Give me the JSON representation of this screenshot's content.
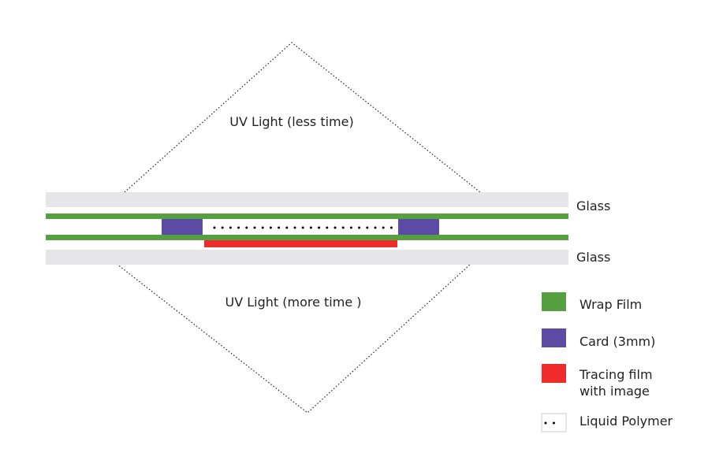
{
  "diagram": {
    "upper_light_label": "UV Light (less time)",
    "lower_light_label": "UV Light (more time )",
    "glass_top_label": "Glass",
    "glass_bottom_label": "Glass"
  },
  "legend": {
    "items": [
      {
        "key": "wrap_film",
        "lines": [
          "Wrap Film"
        ],
        "color": "#57a042"
      },
      {
        "key": "card",
        "lines": [
          "Card (3mm)"
        ],
        "color": "#5b4ba5"
      },
      {
        "key": "tracing_film",
        "lines": [
          "Tracing film",
          "with image"
        ],
        "color": "#ef2b2b"
      },
      {
        "key": "liquid_polymer",
        "lines": [
          "Liquid Polymer"
        ],
        "color": "#000000"
      }
    ]
  },
  "colors": {
    "glass": "#e6e6e8",
    "wrap_film": "#57a042",
    "card": "#5b4ba5",
    "tracing_film": "#ef2b2b",
    "polymer_dots": "#000000",
    "light_outline": "#222222",
    "text": "#222222"
  }
}
